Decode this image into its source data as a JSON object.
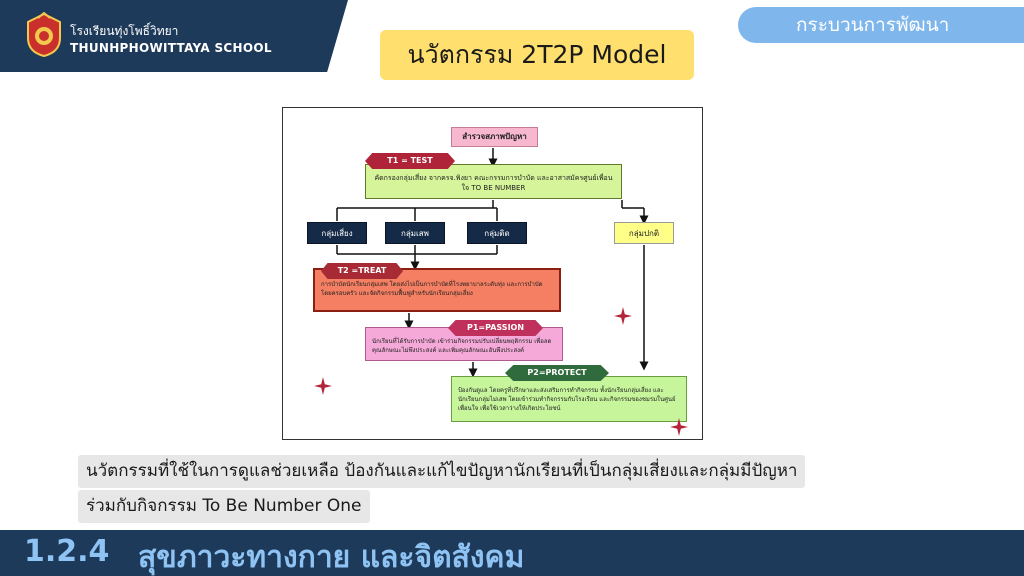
{
  "header": {
    "school_name_th": "โรงเรียนทุ่งโพธิ์วิทยา",
    "school_name_en": "THUNHPHOWITTAYA SCHOOL",
    "process_label": "กระบวนการพัฒนา"
  },
  "title": "นวัตกรรม 2T2P Model",
  "diagram": {
    "survey": "สำรวจสภาพปัญหา",
    "t1": "T1 = TEST",
    "screening": "คัดกรองกลุ่มเสี่ยง จากครจ.พิงยา คณะกรรมการบำบัด และอาสาสมัครศูนย์เพื่อนใจ TO BE NUMBER",
    "groups": {
      "risk": "กลุ่มเสี่ยง",
      "drug": "กลุ่มเสพ",
      "addict": "กลุ่มติด",
      "normal": "กลุ่มปกติ"
    },
    "t2": "T2 =TREAT",
    "treat": "การบำบัดนักเรียนกลุ่มเสพ โดยส่งไปเป็นการบำบัดที่โรงพยาบาลระดับทุ่ง และการบำบัดโดยครอบครัว และจัดกิจกรรมฟื้นฟูสำหรับนักเรียนกลุ่มเสี่ยง",
    "p1": "P1=PASSION",
    "passion": "นักเรียนที่ได้รับการบำบัด เข้าร่วมกิจกรรมปรับเปลี่ยนพฤติกรรม เพื่อลดคุณลักษณะไม่พึงประสงค์ และเพิ่มคุณลักษณะอันพึงประสงค์",
    "p2": "P2=PROTECT",
    "protect": "ป้องกันดูแล โดยครูที่ปรึกษาและส่งเสริมการทำกิจกรรม ทั้งนักเรียนกลุ่มเสี่ยง และนักเรียนกลุ่มไม่เสพ โดยเข้าร่วมทำกิจกรรมกับโรงเรียน และกิจกรรมของชมรมในศูนย์เพื่อนใจ เพื่อใช้เวลาว่างให้เกิดประโยชน์"
  },
  "caption": {
    "line1": "นวัตกรรมที่ใช้ในการดูแลช่วยเหลือ ป้องกันและแก้ไขปัญหานักเรียนที่เป็นกลุ่มเสี่ยงและกลุ่มมีปัญหา",
    "line2": "ร่วมกับกิจกรรม To Be Number One"
  },
  "footer": {
    "section_number": "1.2.4",
    "section_title": "สุขภาวะทางกาย และจิตสังคม"
  },
  "colors": {
    "navy": "#1d3a5a",
    "light_blue": "#7fb6ec",
    "title_yellow": "#ffe06e",
    "star_red": "#b3263a"
  }
}
